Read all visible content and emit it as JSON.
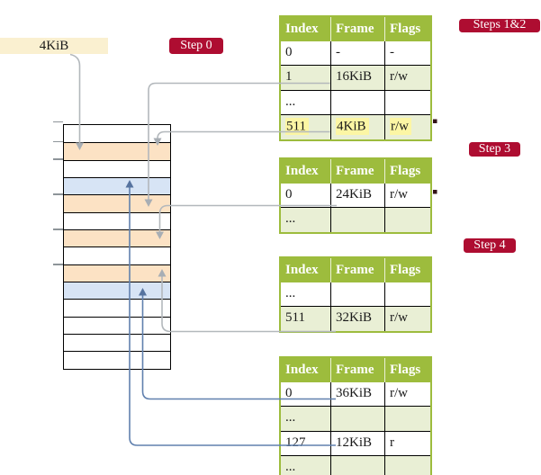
{
  "frame_box": {
    "label": "4KiB"
  },
  "badges": {
    "step0": "Step 0",
    "steps12": "Steps 1&2",
    "step3": "Step 3",
    "step4": "Step 4"
  },
  "memory_column": {
    "cells": [
      "plain",
      "table",
      "plain",
      "mapped",
      "table",
      "plain",
      "table",
      "plain",
      "table",
      "mapped",
      "plain",
      "plain",
      "plain",
      "plain"
    ]
  },
  "tables": {
    "headers": [
      "Index",
      "Frame",
      "Flags"
    ],
    "level4": {
      "rows": [
        [
          "0",
          "-",
          "-"
        ],
        [
          "1",
          "16KiB",
          "r/w"
        ],
        [
          "...",
          "",
          ""
        ],
        [
          "511",
          "4KiB",
          "r/w"
        ]
      ]
    },
    "level3": {
      "rows": [
        [
          "0",
          "24KiB",
          "r/w"
        ],
        [
          "...",
          "",
          ""
        ]
      ]
    },
    "level2": {
      "rows": [
        [
          "...",
          "",
          ""
        ],
        [
          "511",
          "32KiB",
          "r/w"
        ]
      ]
    },
    "level1": {
      "rows": [
        [
          "0",
          "36KiB",
          "r/w"
        ],
        [
          "...",
          "",
          ""
        ],
        [
          "127",
          "12KiB",
          "r"
        ],
        [
          "...",
          "",
          ""
        ]
      ]
    }
  },
  "colors": {
    "badge": "#ae0d31",
    "table_border": "#9dbc3d",
    "table_row_alt": "#e9efd5",
    "highlight": "#fcf6a4",
    "frame_box_bg": "#faf0d0",
    "cell_page_table": "#fce2c4",
    "cell_mapped_frame": "#d7e4f5",
    "connector_gray": "#b3b8bc",
    "connector_blue": "#6080ae"
  }
}
